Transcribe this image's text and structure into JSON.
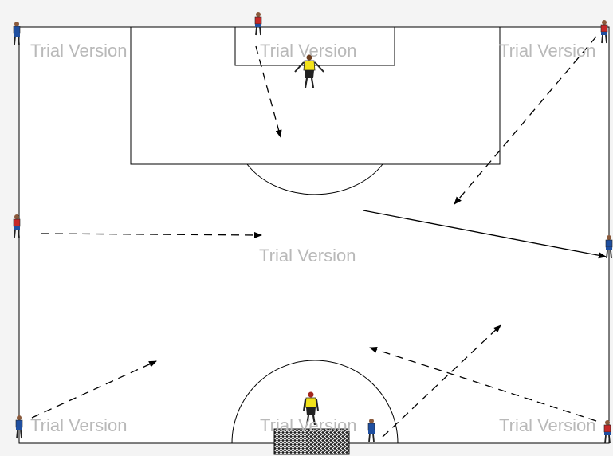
{
  "watermarks": [
    "Trial Version",
    "Trial Version",
    "Trial Version",
    "Trial Version",
    "Trial Version",
    "Trial Version",
    "Trial Version"
  ],
  "colors": {
    "background": "#f4f4f4",
    "pitch": "#ffffff",
    "line": "#000000",
    "watermark": "#b9b9b9",
    "goalkeeper_shirt": "#f2e21a",
    "player_red": "#c62828",
    "player_blue": "#1f4fa0",
    "goal_net": "#222222"
  },
  "icons": {
    "player": "soccer-player-icon",
    "goalkeeper": "goalkeeper-icon",
    "goal": "goal-net-icon"
  }
}
